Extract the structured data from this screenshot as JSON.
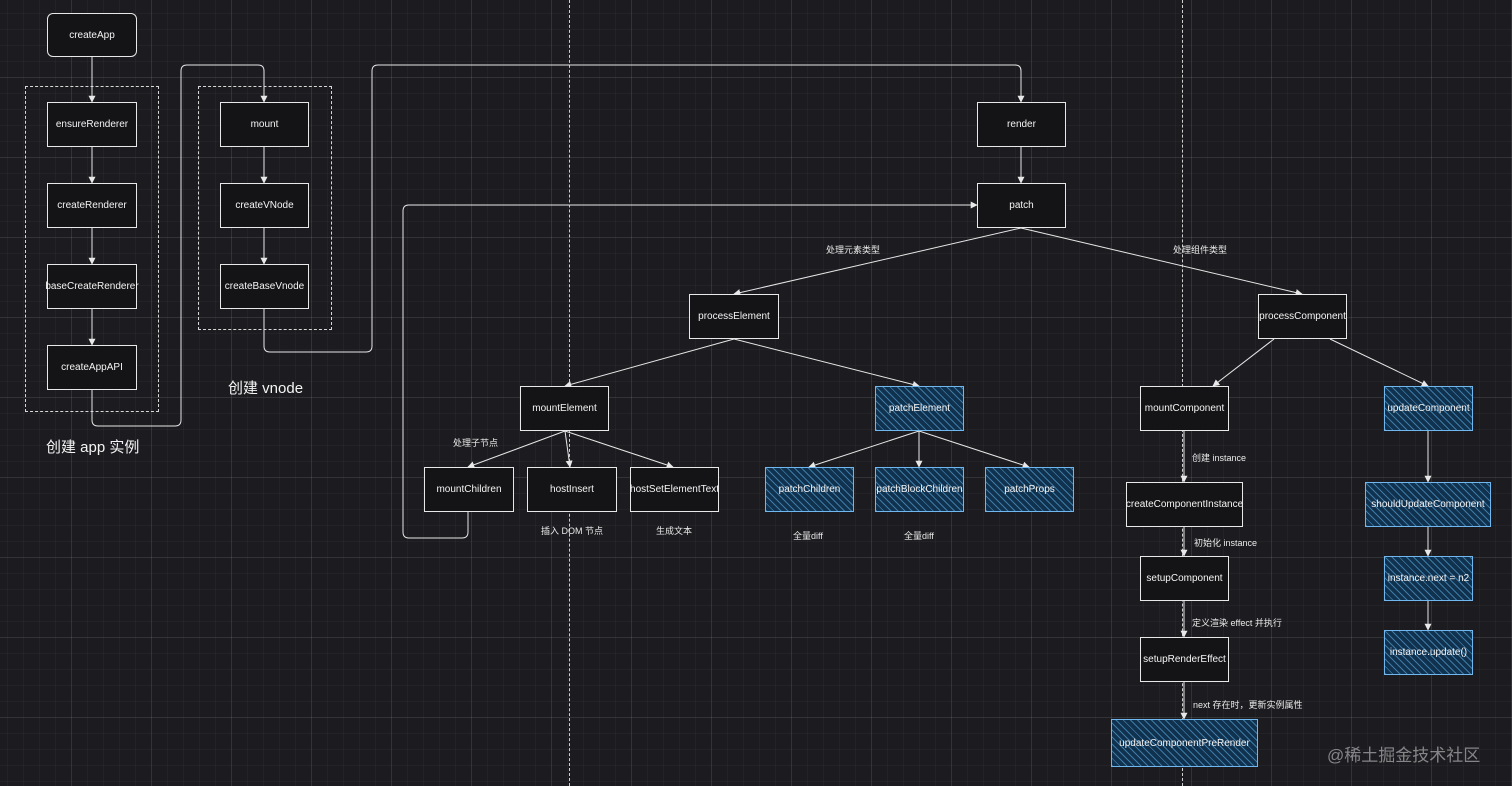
{
  "nodes": {
    "createApp": "createApp",
    "ensureRenderer": "ensureRenderer",
    "createRenderer": "createRenderer",
    "baseCreateRenderer": "baseCreateRenderer",
    "createAppAPI": "createAppAPI",
    "mount": "mount",
    "createVNode": "createVNode",
    "createBaseVnode": "createBaseVnode",
    "render": "render",
    "patch": "patch",
    "processElement": "processElement",
    "processComponent": "processComponent",
    "mountElement": "mountElement",
    "patchElement": "patchElement",
    "mountChildren": "mountChildren",
    "hostInsert": "hostInsert",
    "hostSetElementText": "hostSetElementText",
    "patchChildren": "patchChildren",
    "patchBlockChildren": "patchBlockChildren",
    "patchProps": "patchProps",
    "mountComponent": "mountComponent",
    "createComponentInstance": "createComponentInstance",
    "setupComponent": "setupComponent",
    "setupRenderEffect": "setupRenderEffect",
    "updateComponentPreRender": "updateComponentPreRender",
    "updateComponent": "updateComponent",
    "shouldUpdateComponent": "shouldUpdateComponent",
    "instanceNext": "instance.next = n2",
    "instanceUpdate": "instance.update()"
  },
  "labels": {
    "handleElementType": "处理元素类型",
    "handleComponentType": "处理组件类型",
    "handleChildren": "处理子节点",
    "insertDom": "插入 DOM 节点",
    "generateText": "生成文本",
    "fullDiff1": "全量diff",
    "fullDiff2": "全量diff",
    "createInstance": "创建 instance",
    "initInstance": "初始化 instance",
    "defineEffect": "定义渲染 effect 并执行",
    "nextExists": "next 存在时，更新实例属性"
  },
  "titles": {
    "createAppInstance": "创建 app 实例",
    "createVnode": "创建 vnode"
  },
  "watermark": "@稀土掘金技术社区",
  "colors": {
    "background": "#1c1c20",
    "node_border": "#e8e8e8",
    "highlight_fill": "#10324f",
    "highlight_border": "#6fb7ee"
  }
}
